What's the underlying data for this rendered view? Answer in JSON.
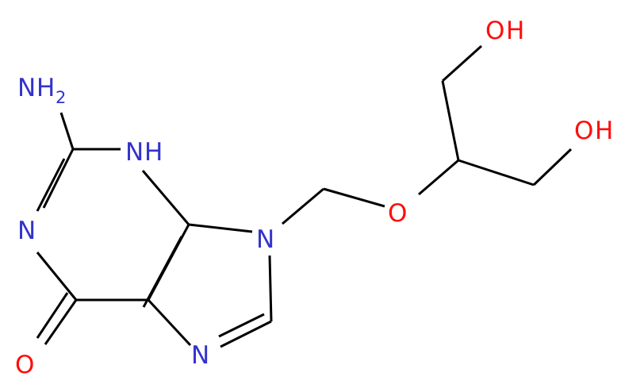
{
  "molecule": {
    "atoms": [
      {
        "id": "nh2",
        "element": "N",
        "text": "H",
        "subscript": "2",
        "color": "#3333cc",
        "name": "amino-group"
      },
      {
        "id": "nh",
        "element": "N",
        "text": "H",
        "color": "#3333cc",
        "name": "n3-h-nitrogen"
      },
      {
        "id": "n1",
        "element": "N",
        "color": "#3333cc",
        "name": "n1-nitrogen"
      },
      {
        "id": "n9",
        "element": "N",
        "color": "#3333cc",
        "name": "n9-nitrogen"
      },
      {
        "id": "n7",
        "element": "N",
        "color": "#3333cc",
        "name": "n7-nitrogen"
      },
      {
        "id": "o6",
        "element": "O",
        "color": "#ff0d0d",
        "name": "carbonyl-oxygen"
      },
      {
        "id": "oe",
        "element": "O",
        "color": "#ff0d0d",
        "name": "ether-oxygen"
      },
      {
        "id": "oh1",
        "element": "O",
        "text": "H",
        "color": "#ff0d0d",
        "name": "hydroxyl-top"
      },
      {
        "id": "oh2",
        "element": "O",
        "text": "H",
        "color": "#ff0d0d",
        "name": "hydroxyl-right"
      }
    ],
    "bond_color": "#000000"
  }
}
